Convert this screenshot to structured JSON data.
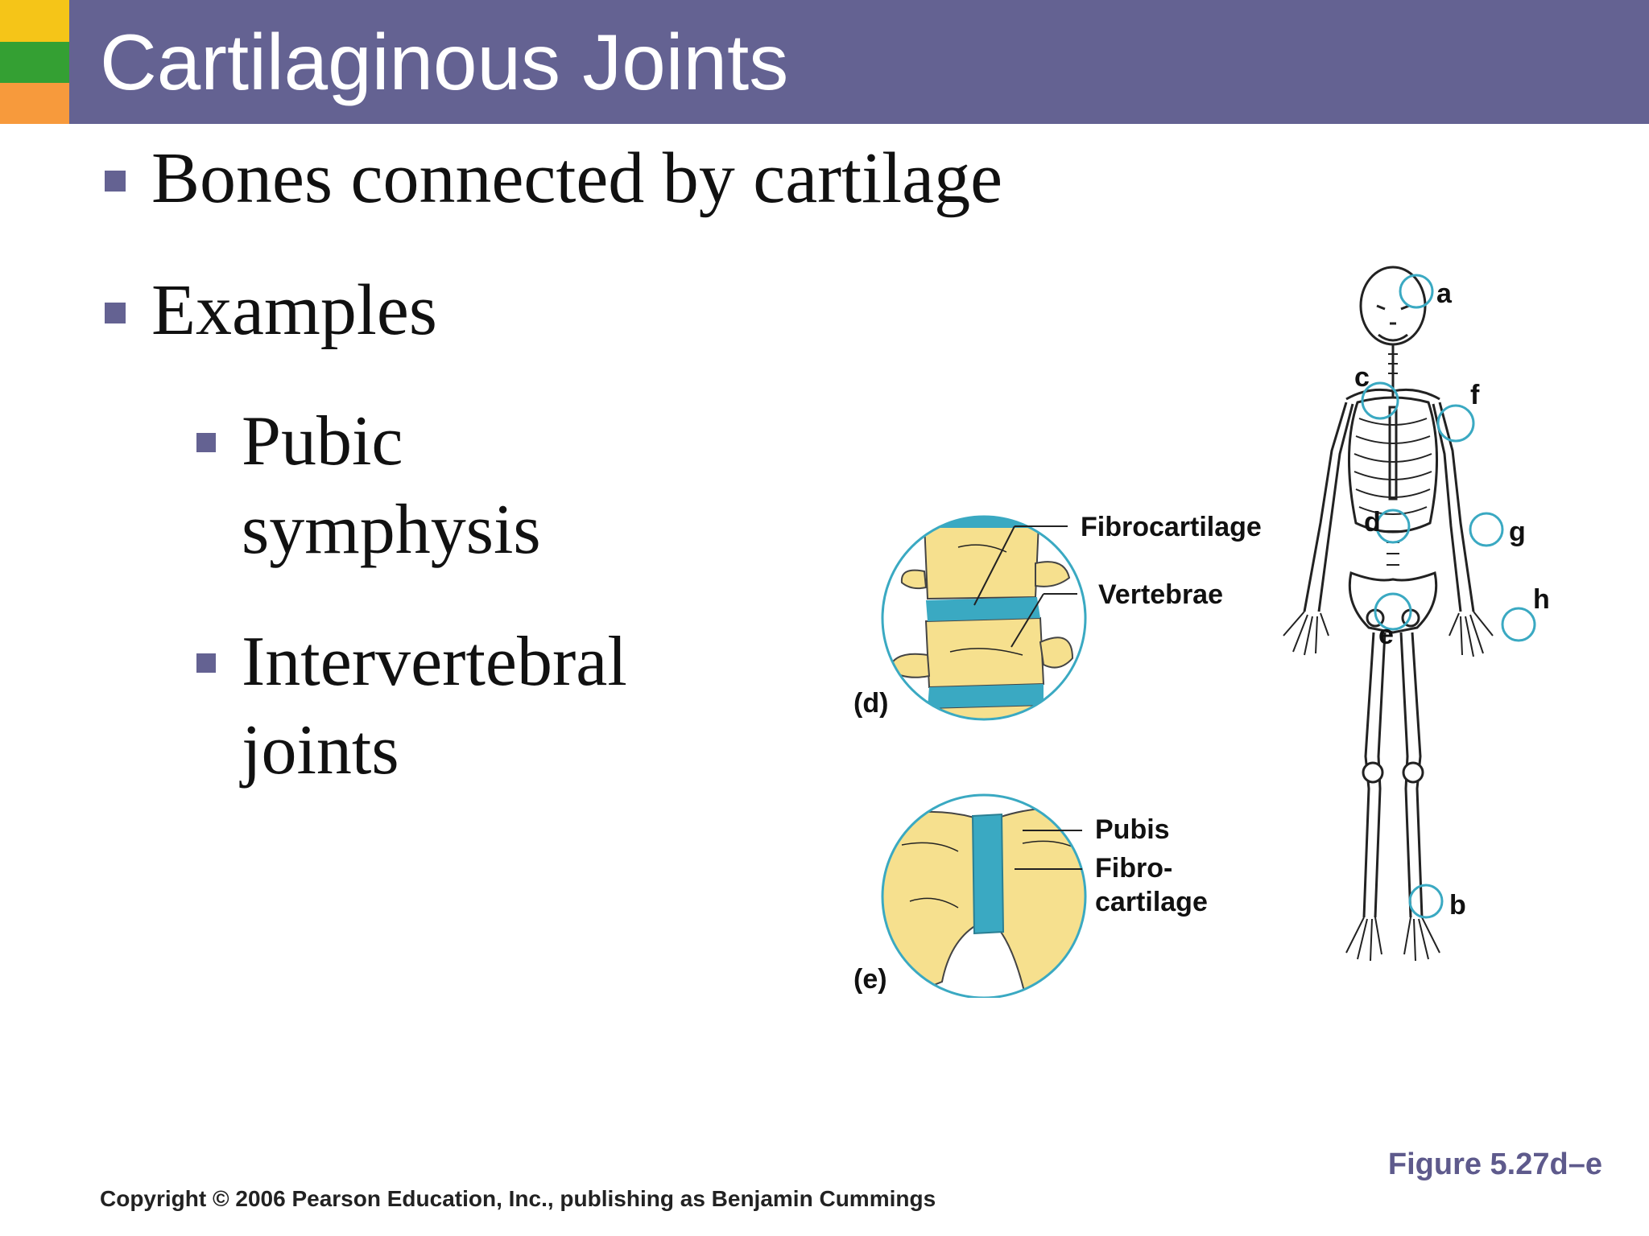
{
  "slide": {
    "title": "Cartilaginous Joints",
    "accent_colors": [
      "#f5c518",
      "#34a033",
      "#f79a3c"
    ],
    "title_bar_color": "#646292"
  },
  "bullets": [
    {
      "level": 1,
      "text": "Bones connected by cartilage"
    },
    {
      "level": 1,
      "text": "Examples"
    },
    {
      "level": 2,
      "lines": [
        "Pubic",
        "symphysis"
      ]
    },
    {
      "level": 2,
      "lines": [
        "Intervertebral",
        "joints"
      ]
    }
  ],
  "figure": {
    "panel_d": {
      "tag": "(d)",
      "labels": [
        "Fibrocartilage",
        "Vertebrae"
      ]
    },
    "panel_e": {
      "tag": "(e)",
      "labels": [
        "Pubis",
        "Fibro-",
        "cartilage"
      ]
    },
    "skeleton_markers": [
      "a",
      "b",
      "c",
      "d",
      "e",
      "f",
      "g",
      "h"
    ],
    "cartilage_color": "#3aa9c2",
    "bone_color": "#f6e08e"
  },
  "figure_number": "Figure 5.27d–e",
  "copyright": "Copyright © 2006 Pearson Education, Inc., publishing as Benjamin Cummings"
}
